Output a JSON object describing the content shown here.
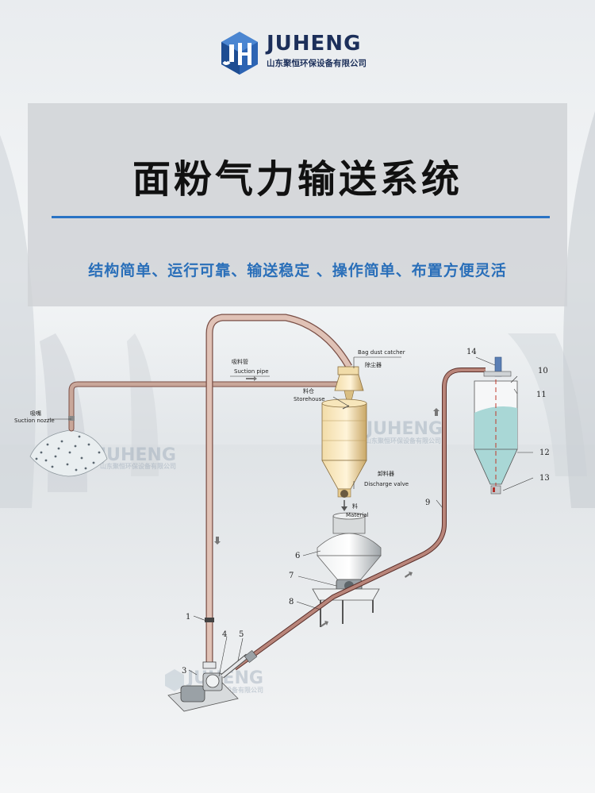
{
  "brand": {
    "name": "JUHENG",
    "company": "山东聚恒环保设备有限公司",
    "logo_letters": "JH"
  },
  "title": "面粉气力输送系统",
  "subtitle": "结构简单、运行可靠、输送稳定 、操作简单、布置方便灵活",
  "labels": {
    "bag_dust_catcher_en": "Bag dust catcher",
    "bag_dust_catcher_cn": "除尘器",
    "suction_pipe_cn": "吸料管",
    "suction_pipe_en": "Suction pipe",
    "suction_nozzle_cn": "吸嘴",
    "suction_nozzle_en": "Suction nozzle",
    "storehouse_cn": "料仓",
    "storehouse_en": "Storehouse",
    "discharge_valve_cn": "卸料器",
    "discharge_valve_en": "Discharge valve",
    "material_cn": "料",
    "material_en": "Material"
  },
  "numbers": {
    "n1": "1",
    "n3": "3",
    "n4": "4",
    "n5": "5",
    "n6": "6",
    "n7": "7",
    "n8": "8",
    "n9": "9",
    "n10": "10",
    "n11": "11",
    "n12": "12",
    "n13": "13",
    "n14": "14"
  },
  "watermarks": [
    {
      "name": "JUHENG",
      "company": "山东聚恒环保设备有限公司"
    },
    {
      "name": "JUHENG",
      "company": "山东聚恒环保设备有限公司"
    },
    {
      "name": "JUHENG",
      "company": "山东聚恒环保设备有限公司"
    }
  ],
  "colors": {
    "pipe": "#c9a79a",
    "pipe_edge": "#7a4f46",
    "hopper": "#e8cf98",
    "silo_fill": "#a9d7d6",
    "accent_blue": "#2a73c4",
    "logo_navy": "#1c2f5a"
  }
}
